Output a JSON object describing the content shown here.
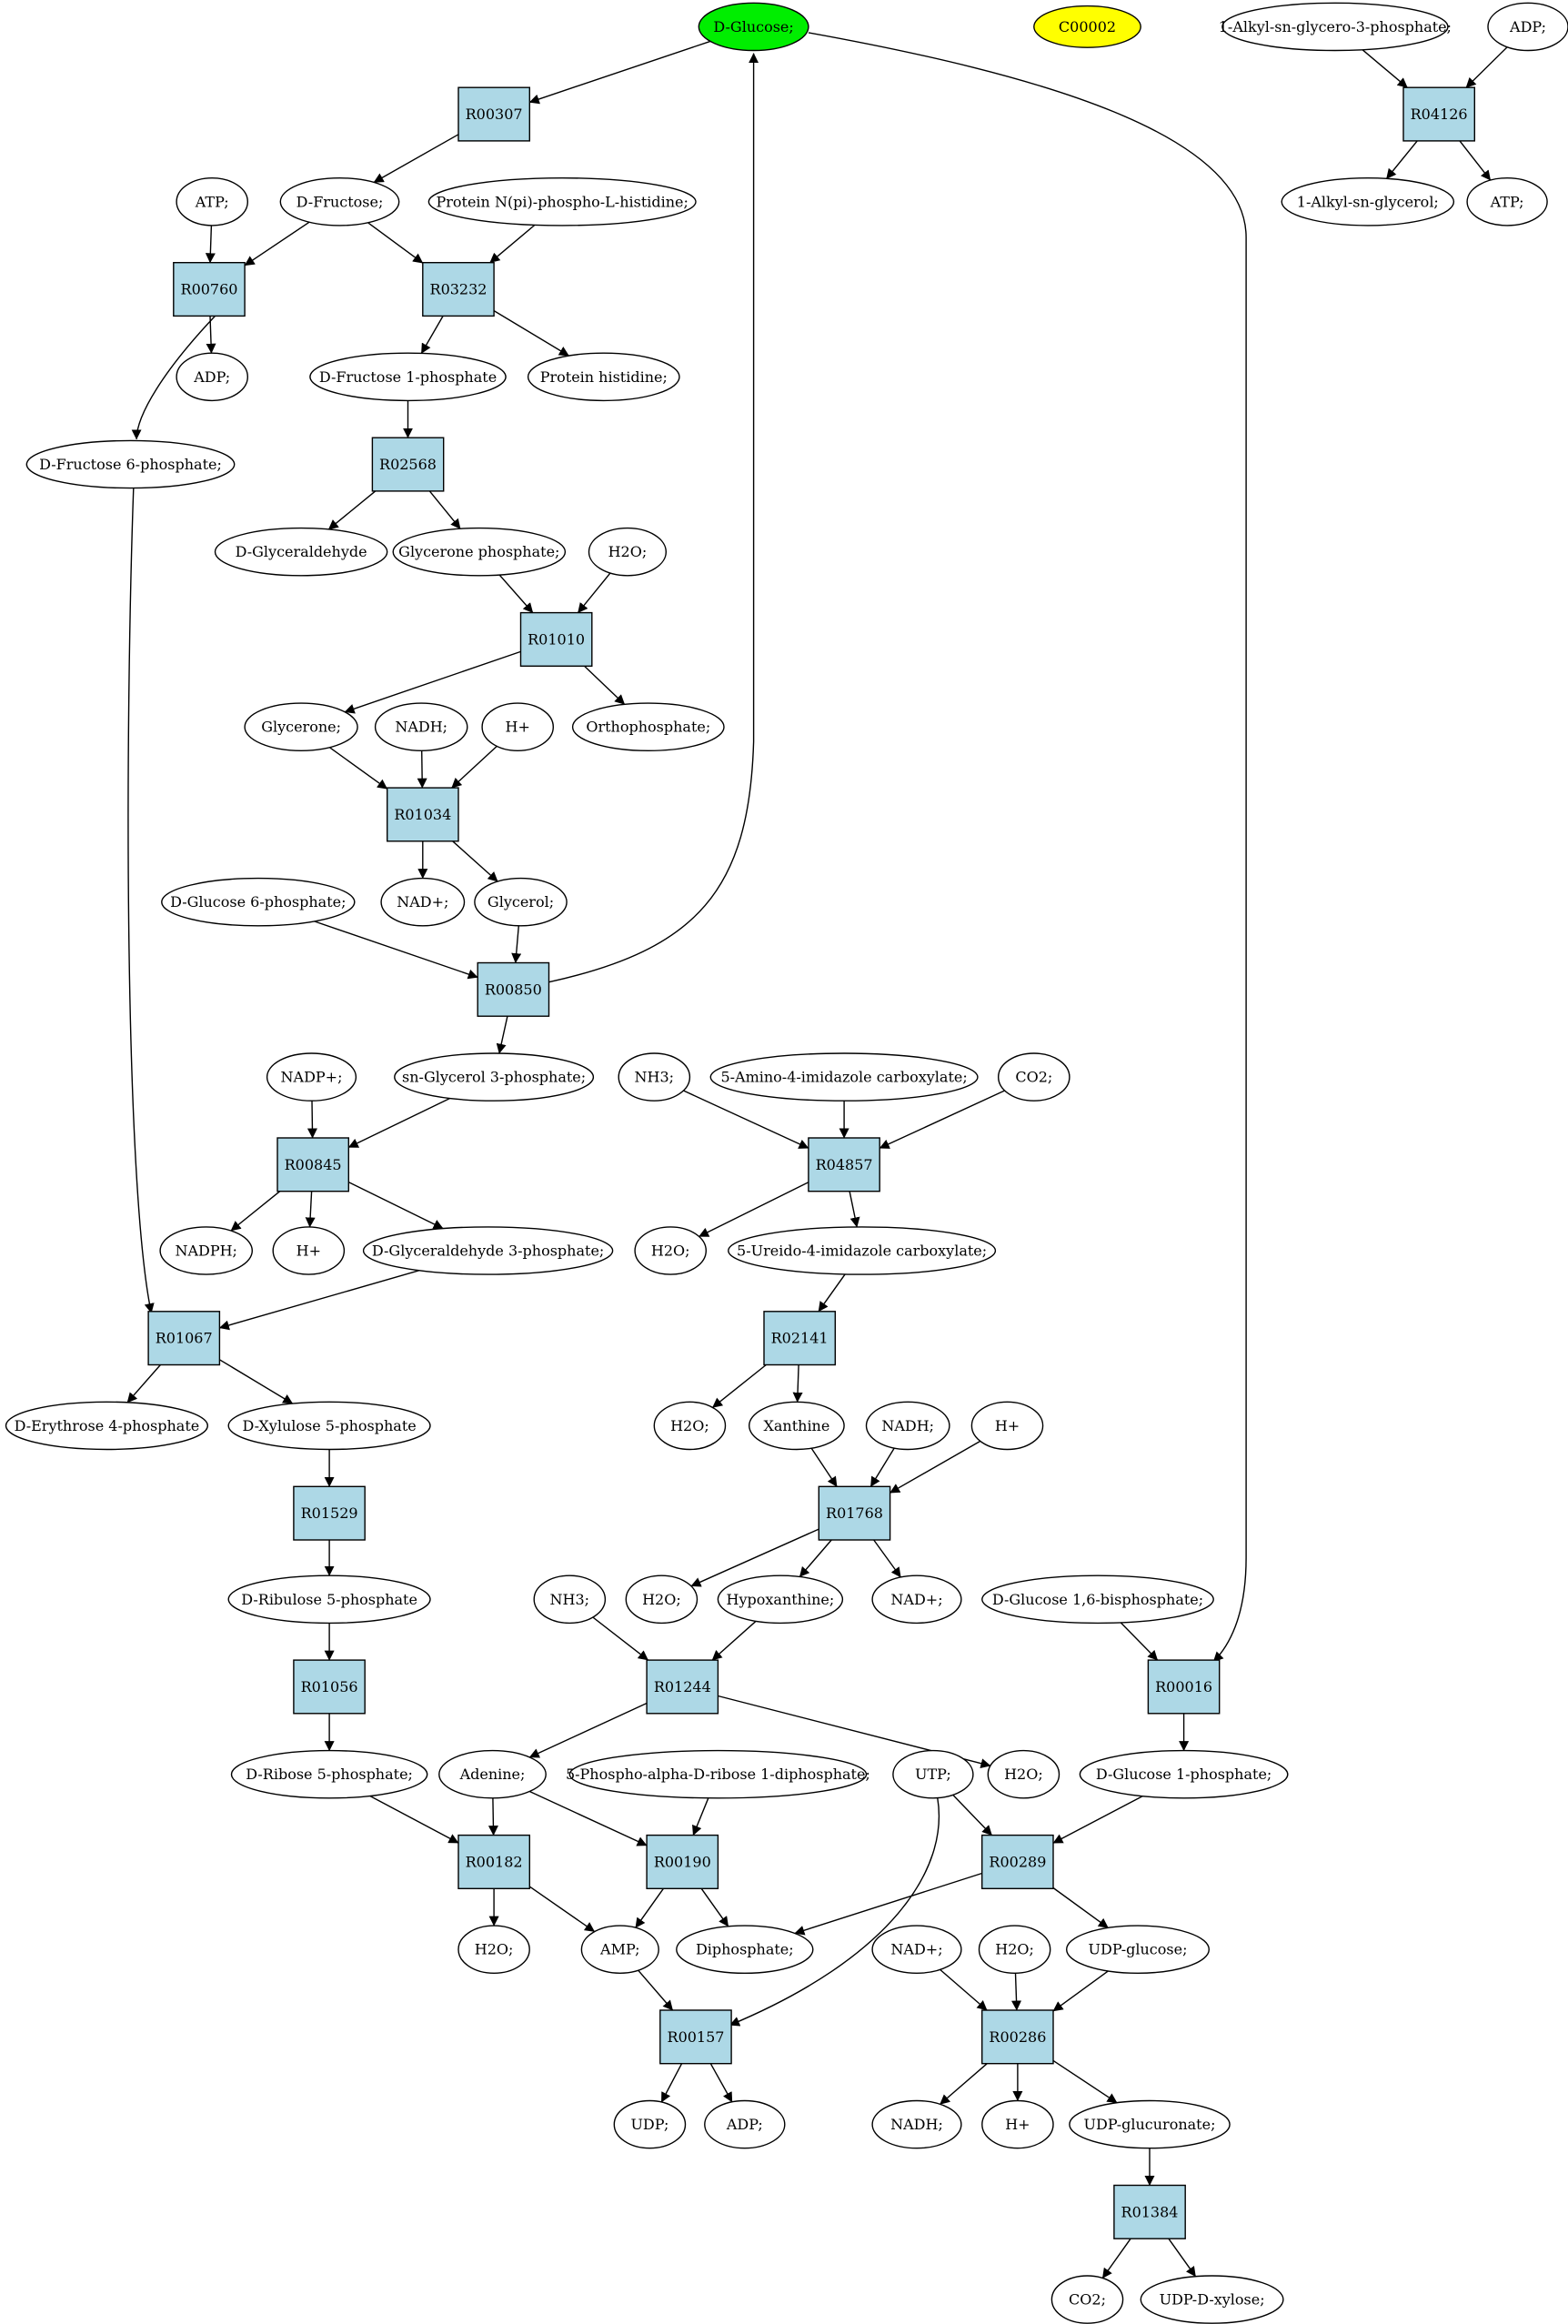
{
  "colors": {
    "metabolite": "#ffffff",
    "reaction": "#add8e6",
    "highlight_start": "#00ee00",
    "highlight_compound": "#ffff00",
    "stroke": "#000000"
  },
  "nodes": [
    {
      "id": "glucose",
      "label": "D-Glucose;",
      "kind": "highlight_start"
    },
    {
      "id": "c00002",
      "label": "C00002",
      "kind": "highlight_compound"
    },
    {
      "id": "alkyl_gp",
      "label": "1-Alkyl-sn-glycero-3-phosphate;",
      "kind": "metabolite"
    },
    {
      "id": "adp_top",
      "label": "ADP;",
      "kind": "metabolite"
    },
    {
      "id": "r04126",
      "label": "R04126",
      "kind": "reaction"
    },
    {
      "id": "alkyl_glycerol",
      "label": "1-Alkyl-sn-glycerol;",
      "kind": "metabolite"
    },
    {
      "id": "atp_top",
      "label": "ATP;",
      "kind": "metabolite"
    },
    {
      "id": "r00307",
      "label": "R00307",
      "kind": "reaction"
    },
    {
      "id": "fructose",
      "label": "D-Fructose;",
      "kind": "metabolite"
    },
    {
      "id": "atp1",
      "label": "ATP;",
      "kind": "metabolite"
    },
    {
      "id": "protein_phis",
      "label": "Protein N(pi)-phospho-L-histidine;",
      "kind": "metabolite"
    },
    {
      "id": "r00760",
      "label": "R00760",
      "kind": "reaction"
    },
    {
      "id": "r03232",
      "label": "R03232",
      "kind": "reaction"
    },
    {
      "id": "adp1",
      "label": "ADP;",
      "kind": "metabolite"
    },
    {
      "id": "fru1p",
      "label": "D-Fructose 1-phosphate",
      "kind": "metabolite"
    },
    {
      "id": "protein_his",
      "label": "Protein histidine;",
      "kind": "metabolite"
    },
    {
      "id": "fru6p",
      "label": "D-Fructose 6-phosphate;",
      "kind": "metabolite"
    },
    {
      "id": "r02568",
      "label": "R02568",
      "kind": "reaction"
    },
    {
      "id": "glyceraldehyde",
      "label": "D-Glyceraldehyde",
      "kind": "metabolite"
    },
    {
      "id": "glycerone_p",
      "label": "Glycerone phosphate;",
      "kind": "metabolite"
    },
    {
      "id": "h2o_1",
      "label": "H2O;",
      "kind": "metabolite"
    },
    {
      "id": "r01010",
      "label": "R01010",
      "kind": "reaction"
    },
    {
      "id": "glycerone",
      "label": "Glycerone;",
      "kind": "metabolite"
    },
    {
      "id": "nadh_1",
      "label": "NADH;",
      "kind": "metabolite"
    },
    {
      "id": "hplus_1",
      "label": "H+",
      "kind": "metabolite"
    },
    {
      "id": "orthophosphate",
      "label": "Orthophosphate;",
      "kind": "metabolite"
    },
    {
      "id": "r01034",
      "label": "R01034",
      "kind": "reaction"
    },
    {
      "id": "glc6p",
      "label": "D-Glucose 6-phosphate;",
      "kind": "metabolite"
    },
    {
      "id": "nadp_1",
      "label": "NAD+;",
      "kind": "metabolite"
    },
    {
      "id": "glycerol",
      "label": "Glycerol;",
      "kind": "metabolite"
    },
    {
      "id": "r00850",
      "label": "R00850",
      "kind": "reaction"
    },
    {
      "id": "nadpplus",
      "label": "NADP+;",
      "kind": "metabolite"
    },
    {
      "id": "sn_g3p",
      "label": "sn-Glycerol 3-phosphate;",
      "kind": "metabolite"
    },
    {
      "id": "nh3_1",
      "label": "NH3;",
      "kind": "metabolite"
    },
    {
      "id": "aica",
      "label": "5-Amino-4-imidazole carboxylate;",
      "kind": "metabolite"
    },
    {
      "id": "co2_1",
      "label": "CO2;",
      "kind": "metabolite"
    },
    {
      "id": "r00845",
      "label": "R00845",
      "kind": "reaction"
    },
    {
      "id": "r04857",
      "label": "R04857",
      "kind": "reaction"
    },
    {
      "id": "nadph",
      "label": "NADPH;",
      "kind": "metabolite"
    },
    {
      "id": "hplus_2",
      "label": "H+",
      "kind": "metabolite"
    },
    {
      "id": "g3p",
      "label": "D-Glyceraldehyde 3-phosphate;",
      "kind": "metabolite"
    },
    {
      "id": "h2o_2",
      "label": "H2O;",
      "kind": "metabolite"
    },
    {
      "id": "ureido",
      "label": "5-Ureido-4-imidazole carboxylate;",
      "kind": "metabolite"
    },
    {
      "id": "r01067",
      "label": "R01067",
      "kind": "reaction"
    },
    {
      "id": "r02141",
      "label": "R02141",
      "kind": "reaction"
    },
    {
      "id": "e4p",
      "label": "D-Erythrose 4-phosphate",
      "kind": "metabolite"
    },
    {
      "id": "xu5p",
      "label": "D-Xylulose 5-phosphate",
      "kind": "metabolite"
    },
    {
      "id": "h2o_3",
      "label": "H2O;",
      "kind": "metabolite"
    },
    {
      "id": "xanthine",
      "label": "Xanthine",
      "kind": "metabolite"
    },
    {
      "id": "nadh_2",
      "label": "NADH;",
      "kind": "metabolite"
    },
    {
      "id": "hplus_3",
      "label": "H+",
      "kind": "metabolite"
    },
    {
      "id": "r01529",
      "label": "R01529",
      "kind": "reaction"
    },
    {
      "id": "r01768",
      "label": "R01768",
      "kind": "reaction"
    },
    {
      "id": "ru5p",
      "label": "D-Ribulose 5-phosphate",
      "kind": "metabolite"
    },
    {
      "id": "nh3_2",
      "label": "NH3;",
      "kind": "metabolite"
    },
    {
      "id": "h2o_4",
      "label": "H2O;",
      "kind": "metabolite"
    },
    {
      "id": "hypoxanthine",
      "label": "Hypoxanthine;",
      "kind": "metabolite"
    },
    {
      "id": "nadplus_2",
      "label": "NAD+;",
      "kind": "metabolite"
    },
    {
      "id": "glc16bp",
      "label": "D-Glucose 1,6-bisphosphate;",
      "kind": "metabolite"
    },
    {
      "id": "r01056",
      "label": "R01056",
      "kind": "reaction"
    },
    {
      "id": "r01244",
      "label": "R01244",
      "kind": "reaction"
    },
    {
      "id": "r00016",
      "label": "R00016",
      "kind": "reaction"
    },
    {
      "id": "r5p",
      "label": "D-Ribose 5-phosphate;",
      "kind": "metabolite"
    },
    {
      "id": "adenine",
      "label": "Adenine;",
      "kind": "metabolite"
    },
    {
      "id": "prpp",
      "label": "5-Phospho-alpha-D-ribose 1-diphosphate;",
      "kind": "metabolite"
    },
    {
      "id": "utp",
      "label": "UTP;",
      "kind": "metabolite"
    },
    {
      "id": "h2o_5",
      "label": "H2O;",
      "kind": "metabolite"
    },
    {
      "id": "glc1p",
      "label": "D-Glucose 1-phosphate;",
      "kind": "metabolite"
    },
    {
      "id": "r00182",
      "label": "R00182",
      "kind": "reaction"
    },
    {
      "id": "r00190",
      "label": "R00190",
      "kind": "reaction"
    },
    {
      "id": "r00289",
      "label": "R00289",
      "kind": "reaction"
    },
    {
      "id": "h2o_6",
      "label": "H2O;",
      "kind": "metabolite"
    },
    {
      "id": "amp",
      "label": "AMP;",
      "kind": "metabolite"
    },
    {
      "id": "diphosphate",
      "label": "Diphosphate;",
      "kind": "metabolite"
    },
    {
      "id": "nadplus_3",
      "label": "NAD+;",
      "kind": "metabolite"
    },
    {
      "id": "h2o_7",
      "label": "H2O;",
      "kind": "metabolite"
    },
    {
      "id": "udp_glucose",
      "label": "UDP-glucose;",
      "kind": "metabolite"
    },
    {
      "id": "r00157",
      "label": "R00157",
      "kind": "reaction"
    },
    {
      "id": "r00286",
      "label": "R00286",
      "kind": "reaction"
    },
    {
      "id": "udp",
      "label": "UDP;",
      "kind": "metabolite"
    },
    {
      "id": "adp_2",
      "label": "ADP;",
      "kind": "metabolite"
    },
    {
      "id": "nadh_3",
      "label": "NADH;",
      "kind": "metabolite"
    },
    {
      "id": "hplus_4",
      "label": "H+",
      "kind": "metabolite"
    },
    {
      "id": "udp_glucuronate",
      "label": "UDP-glucuronate;",
      "kind": "metabolite"
    },
    {
      "id": "r01384",
      "label": "R01384",
      "kind": "reaction"
    },
    {
      "id": "co2_2",
      "label": "CO2;",
      "kind": "metabolite"
    },
    {
      "id": "udp_xylose",
      "label": "UDP-D-xylose;",
      "kind": "metabolite"
    }
  ],
  "edges": [
    [
      "alkyl_gp",
      "r04126"
    ],
    [
      "adp_top",
      "r04126"
    ],
    [
      "r04126",
      "alkyl_glycerol"
    ],
    [
      "r04126",
      "atp_top"
    ],
    [
      "glucose",
      "r00307"
    ],
    [
      "r00307",
      "fructose"
    ],
    [
      "atp1",
      "r00760"
    ],
    [
      "fructose",
      "r00760"
    ],
    [
      "r00760",
      "adp1"
    ],
    [
      "r00760",
      "fru6p"
    ],
    [
      "fructose",
      "r03232"
    ],
    [
      "protein_phis",
      "r03232"
    ],
    [
      "r03232",
      "fru1p"
    ],
    [
      "r03232",
      "protein_his"
    ],
    [
      "fru1p",
      "r02568"
    ],
    [
      "r02568",
      "glyceraldehyde"
    ],
    [
      "r02568",
      "glycerone_p"
    ],
    [
      "glycerone_p",
      "r01010"
    ],
    [
      "h2o_1",
      "r01010"
    ],
    [
      "r01010",
      "glycerone"
    ],
    [
      "r01010",
      "orthophosphate"
    ],
    [
      "glycerone",
      "r01034"
    ],
    [
      "nadh_1",
      "r01034"
    ],
    [
      "hplus_1",
      "r01034"
    ],
    [
      "r01034",
      "nadp_1"
    ],
    [
      "r01034",
      "glycerol"
    ],
    [
      "glc6p",
      "r00850"
    ],
    [
      "glycerol",
      "r00850"
    ],
    [
      "r00850",
      "glucose"
    ],
    [
      "r00850",
      "sn_g3p"
    ],
    [
      "nadpplus",
      "r00845"
    ],
    [
      "sn_g3p",
      "r00845"
    ],
    [
      "r00845",
      "nadph"
    ],
    [
      "r00845",
      "hplus_2"
    ],
    [
      "r00845",
      "g3p"
    ],
    [
      "fru6p",
      "r01067"
    ],
    [
      "g3p",
      "r01067"
    ],
    [
      "r01067",
      "e4p"
    ],
    [
      "r01067",
      "xu5p"
    ],
    [
      "xu5p",
      "r01529"
    ],
    [
      "r01529",
      "ru5p"
    ],
    [
      "ru5p",
      "r01056"
    ],
    [
      "r01056",
      "r5p"
    ],
    [
      "nh3_1",
      "r04857"
    ],
    [
      "aica",
      "r04857"
    ],
    [
      "co2_1",
      "r04857"
    ],
    [
      "r04857",
      "h2o_2"
    ],
    [
      "r04857",
      "ureido"
    ],
    [
      "ureido",
      "r02141"
    ],
    [
      "r02141",
      "h2o_3"
    ],
    [
      "r02141",
      "xanthine"
    ],
    [
      "xanthine",
      "r01768"
    ],
    [
      "nadh_2",
      "r01768"
    ],
    [
      "hplus_3",
      "r01768"
    ],
    [
      "r01768",
      "h2o_4"
    ],
    [
      "r01768",
      "hypoxanthine"
    ],
    [
      "r01768",
      "nadplus_2"
    ],
    [
      "nh3_2",
      "r01244"
    ],
    [
      "hypoxanthine",
      "r01244"
    ],
    [
      "r01244",
      "adenine"
    ],
    [
      "r01244",
      "h2o_5"
    ],
    [
      "glucose",
      "r00016"
    ],
    [
      "glc16bp",
      "r00016"
    ],
    [
      "r00016",
      "glc1p"
    ],
    [
      "r5p",
      "r00182"
    ],
    [
      "adenine",
      "r00182"
    ],
    [
      "r00182",
      "h2o_6"
    ],
    [
      "r00182",
      "amp"
    ],
    [
      "adenine",
      "r00190"
    ],
    [
      "prpp",
      "r00190"
    ],
    [
      "r00190",
      "amp"
    ],
    [
      "r00190",
      "diphosphate"
    ],
    [
      "utp",
      "r00289"
    ],
    [
      "glc1p",
      "r00289"
    ],
    [
      "r00289",
      "diphosphate"
    ],
    [
      "r00289",
      "udp_glucose"
    ],
    [
      "amp",
      "r00157"
    ],
    [
      "utp",
      "r00157"
    ],
    [
      "r00157",
      "udp"
    ],
    [
      "r00157",
      "adp_2"
    ],
    [
      "nadplus_3",
      "r00286"
    ],
    [
      "h2o_7",
      "r00286"
    ],
    [
      "udp_glucose",
      "r00286"
    ],
    [
      "r00286",
      "nadh_3"
    ],
    [
      "r00286",
      "hplus_4"
    ],
    [
      "r00286",
      "udp_glucuronate"
    ],
    [
      "udp_glucuronate",
      "r01384"
    ],
    [
      "r01384",
      "co2_2"
    ],
    [
      "r01384",
      "udp_xylose"
    ]
  ]
}
